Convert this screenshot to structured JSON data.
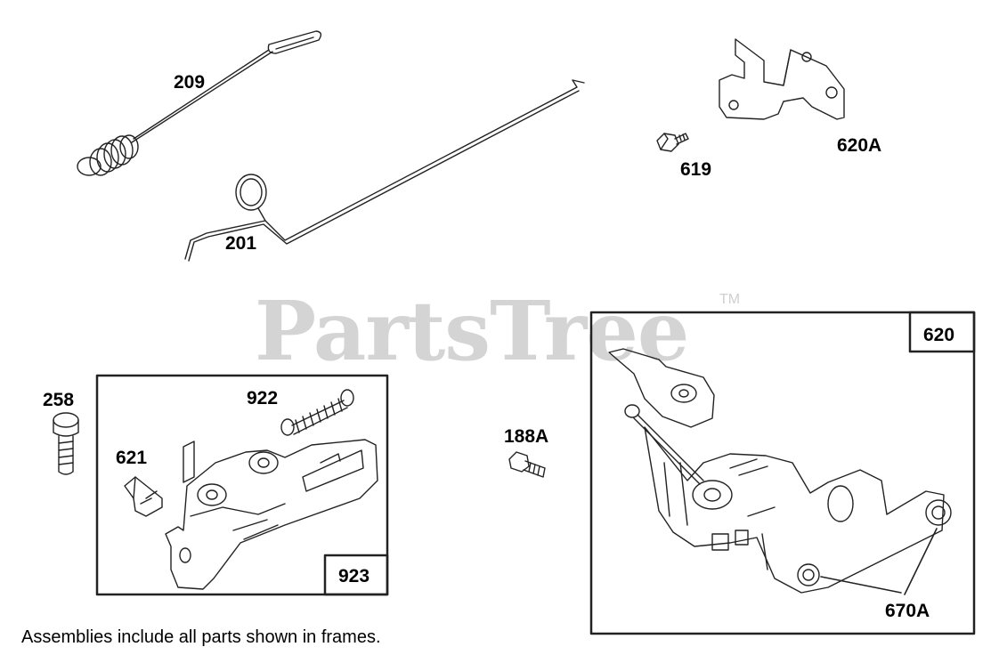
{
  "watermark": {
    "text": "PartsTree",
    "trademark": "TM"
  },
  "labels": {
    "p209": "209",
    "p201": "201",
    "p619": "619",
    "p620A": "620A",
    "p258": "258",
    "p922": "922",
    "p621": "621",
    "p923": "923",
    "p188A": "188A",
    "p620": "620",
    "p670A": "670A"
  },
  "footnote": "Assemblies include all parts shown in frames."
}
